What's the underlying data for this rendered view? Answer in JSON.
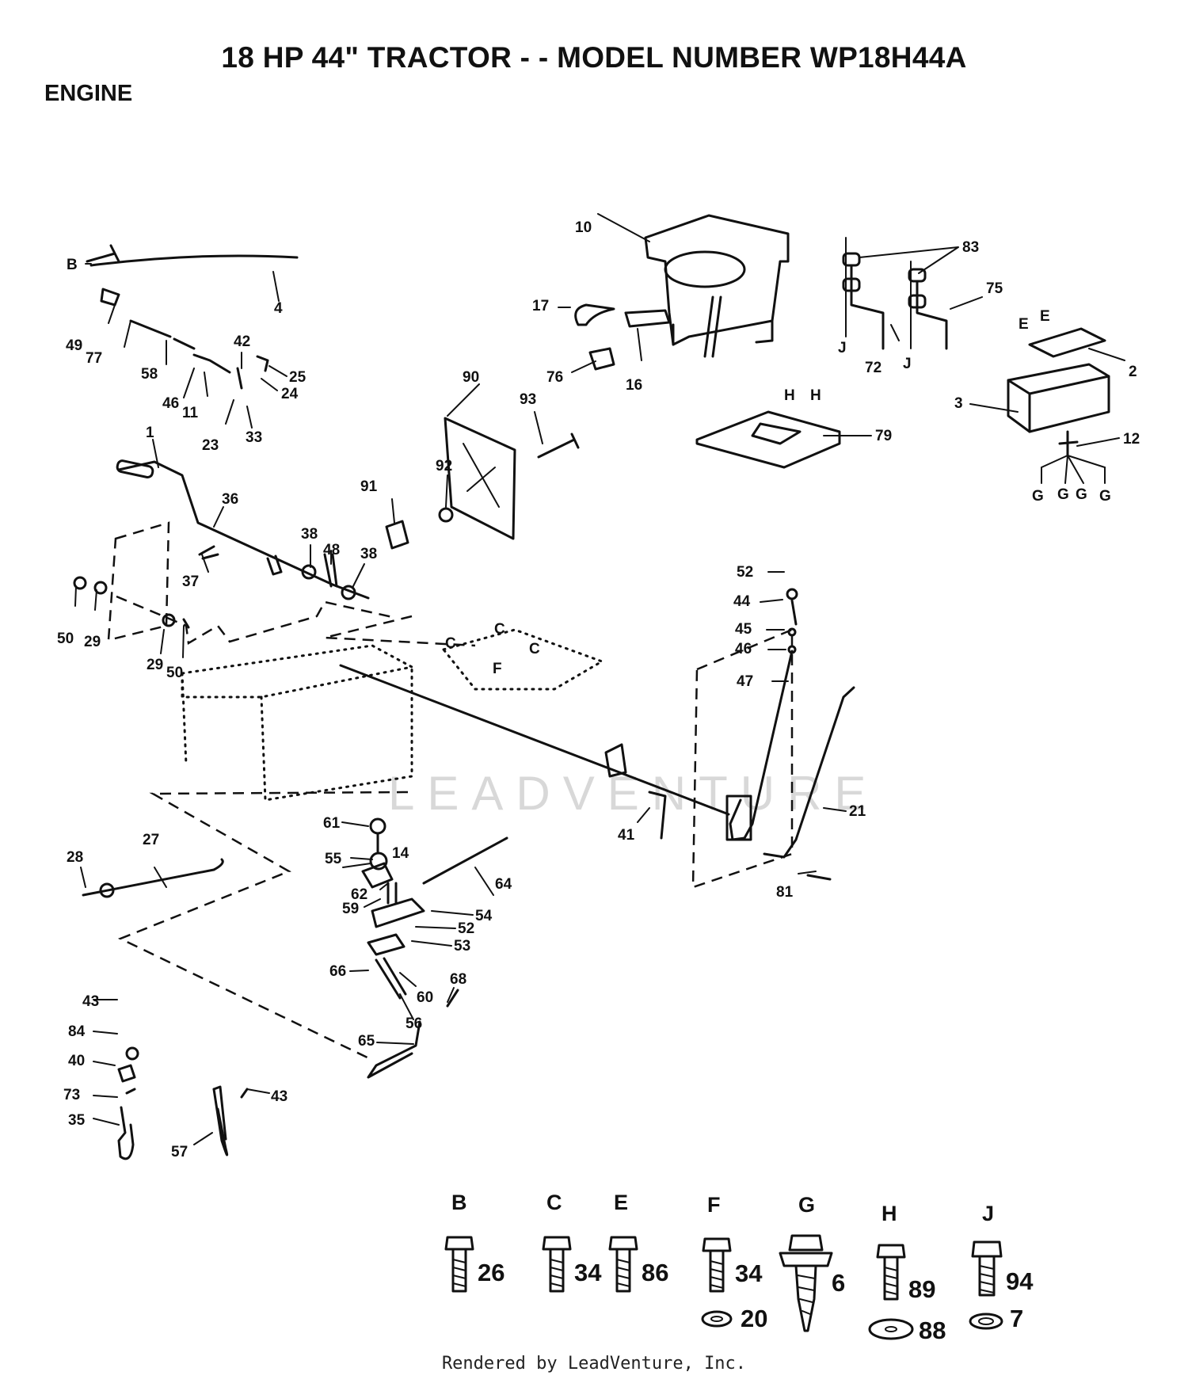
{
  "title": "18 HP 44\" TRACTOR - - MODEL NUMBER WP18H44A",
  "section": "ENGINE",
  "watermark": "LEADVENTURE",
  "footer": "Rendered by LeadVenture, Inc.",
  "callouts": [
    "B",
    "4",
    "49",
    "77",
    "58",
    "46",
    "11",
    "42",
    "25",
    "24",
    "23",
    "33",
    "1",
    "36",
    "37",
    "38",
    "48",
    "38",
    "50",
    "29",
    "29",
    "50",
    "10",
    "17",
    "16",
    "76",
    "90",
    "93",
    "92",
    "91",
    "83",
    "75",
    "72",
    "2",
    "3",
    "12",
    "79",
    "52",
    "44",
    "45",
    "46",
    "47",
    "21",
    "81",
    "41",
    "61",
    "14",
    "55",
    "62",
    "59",
    "54",
    "52",
    "53",
    "66",
    "60",
    "56",
    "68",
    "65",
    "64",
    "27",
    "28",
    "43",
    "84",
    "40",
    "73",
    "35",
    "57",
    "43"
  ],
  "letters": [
    "C",
    "C",
    "C",
    "F",
    "E",
    "E",
    "H",
    "H",
    "J",
    "J",
    "G",
    "G",
    "G",
    "G"
  ],
  "hardware_legend": [
    {
      "letter": "B",
      "part": "26",
      "extra": ""
    },
    {
      "letter": "C",
      "part": "34",
      "extra": ""
    },
    {
      "letter": "E",
      "part": "86",
      "extra": ""
    },
    {
      "letter": "F",
      "part": "34",
      "extra": "20"
    },
    {
      "letter": "G",
      "part": "6",
      "extra": ""
    },
    {
      "letter": "H",
      "part": "89",
      "extra": "88"
    },
    {
      "letter": "J",
      "part": "94",
      "extra": "7"
    }
  ]
}
